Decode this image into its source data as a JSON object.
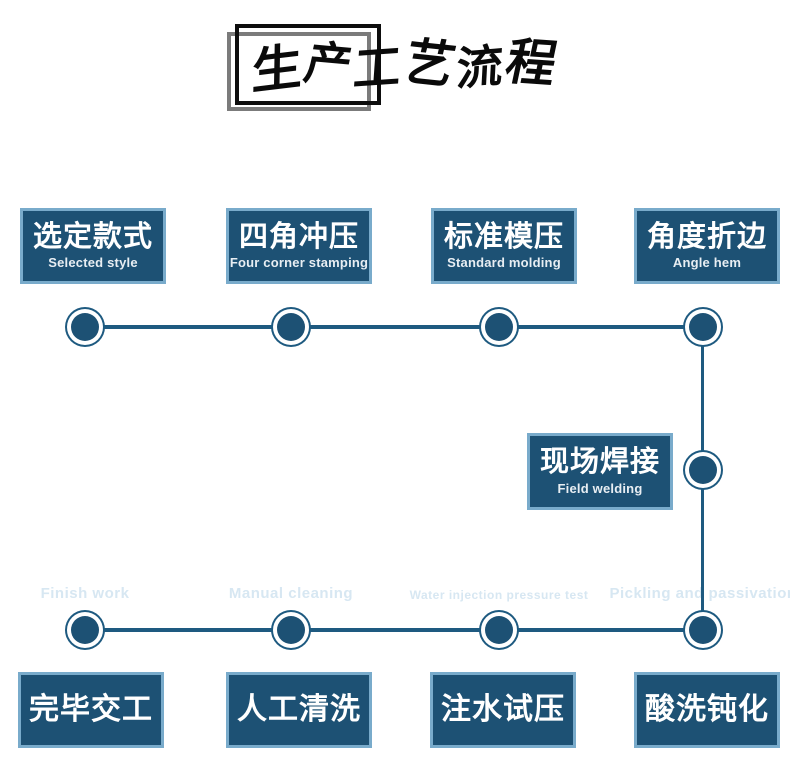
{
  "title": {
    "text": "生产工艺流程"
  },
  "colors": {
    "node_fill": "#1d5174",
    "node_border": "#79abcb",
    "connector_line": "#1e5a80",
    "node_text": "#ffffff",
    "node_subtext": "#e8eef3",
    "ghost_text": "#d7e7f2",
    "title_frame_black": "#0d0d0d",
    "title_frame_gray": "#7b7b7b"
  },
  "flow": {
    "top_row": [
      {
        "zh": "选定款式",
        "en": "Selected style"
      },
      {
        "zh": "四角冲压",
        "en": "Four corner stamping"
      },
      {
        "zh": "标准模压",
        "en": "Standard molding"
      },
      {
        "zh": "角度折边",
        "en": "Angle hem"
      }
    ],
    "middle": {
      "zh": "现场焊接",
      "en": "Field welding"
    },
    "bottom_row": [
      {
        "zh": "完毕交工",
        "en": "Finish work"
      },
      {
        "zh": "人工清洗",
        "en": "Manual cleaning"
      },
      {
        "zh": "注水试压",
        "en": "Water injection pressure test"
      },
      {
        "zh": "酸洗钝化",
        "en": "Pickling and passivation"
      }
    ]
  }
}
